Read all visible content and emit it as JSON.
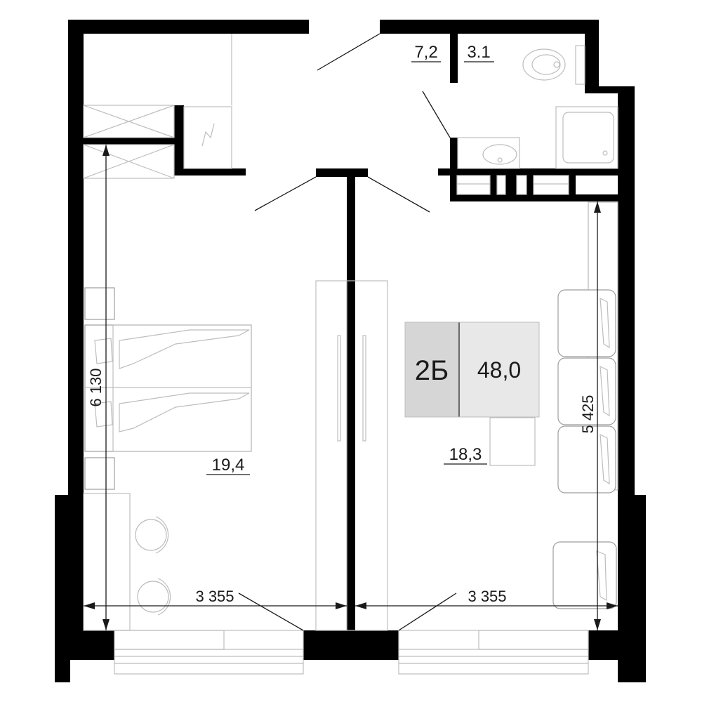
{
  "apartment": {
    "type_code": "2Б",
    "total_area": "48,0",
    "badge_colors": {
      "code_bg": "#d6d6d6",
      "total_bg": "#e8e8e8"
    }
  },
  "rooms": [
    {
      "id": "hall",
      "area": "7,2"
    },
    {
      "id": "bathroom",
      "area": "3.1"
    },
    {
      "id": "bedroom",
      "area": "19,4"
    },
    {
      "id": "living",
      "area": "18,3"
    }
  ],
  "dimensions": {
    "bedroom_height": "6 130",
    "bedroom_width": "3 355",
    "living_width": "3 355",
    "living_height": "5 425"
  }
}
